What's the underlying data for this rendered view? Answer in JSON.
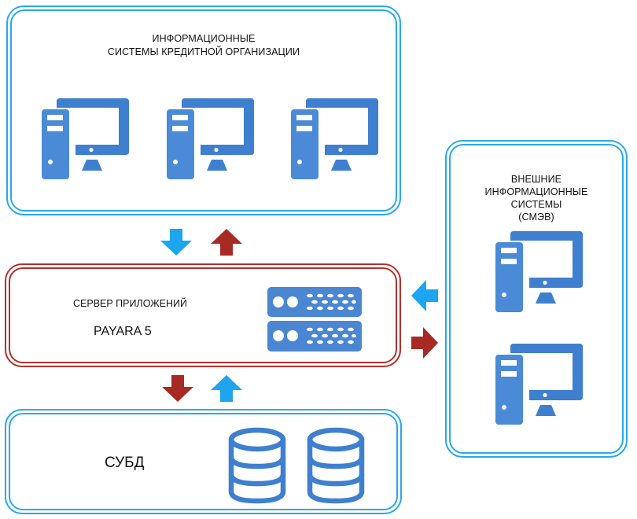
{
  "colors": {
    "blue_border": "#29a8ea",
    "red_border": "#b3302c",
    "icon_blue": "#3f7fcf",
    "arrow_blue": "#1ea5ef",
    "arrow_red": "#a82a24"
  },
  "internal_systems": {
    "title_line1": "ИНФОРМАЦИОННЫЕ",
    "title_line2": "СИСТЕМЫ КРЕДИТНОЙ ОРГАНИЗАЦИИ",
    "icons": [
      "desktop-computer-icon",
      "desktop-computer-icon",
      "desktop-computer-icon"
    ]
  },
  "app_server": {
    "label": "СЕРВЕР ПРИЛОЖЕНИЙ",
    "product": "PAYARA 5",
    "icon": "server-rack-icon"
  },
  "dbms": {
    "label": "СУБД",
    "icons": [
      "database-icon",
      "database-icon"
    ]
  },
  "external_systems": {
    "title_line1": "ВНЕШНИЕ",
    "title_line2": "ИНФОРМАЦИОННЫЕ",
    "title_line3": "СИСТЕМЫ",
    "title_line4": "(СМЭВ)",
    "icons": [
      "desktop-computer-icon",
      "desktop-computer-icon"
    ]
  },
  "arrows": [
    {
      "name": "internal-to-server",
      "direction": "down",
      "color": "blue"
    },
    {
      "name": "server-to-internal",
      "direction": "up",
      "color": "red"
    },
    {
      "name": "server-to-dbms",
      "direction": "down",
      "color": "red"
    },
    {
      "name": "dbms-to-server",
      "direction": "up",
      "color": "blue"
    },
    {
      "name": "external-to-server",
      "direction": "left",
      "color": "blue"
    },
    {
      "name": "server-to-external",
      "direction": "right",
      "color": "red"
    }
  ]
}
